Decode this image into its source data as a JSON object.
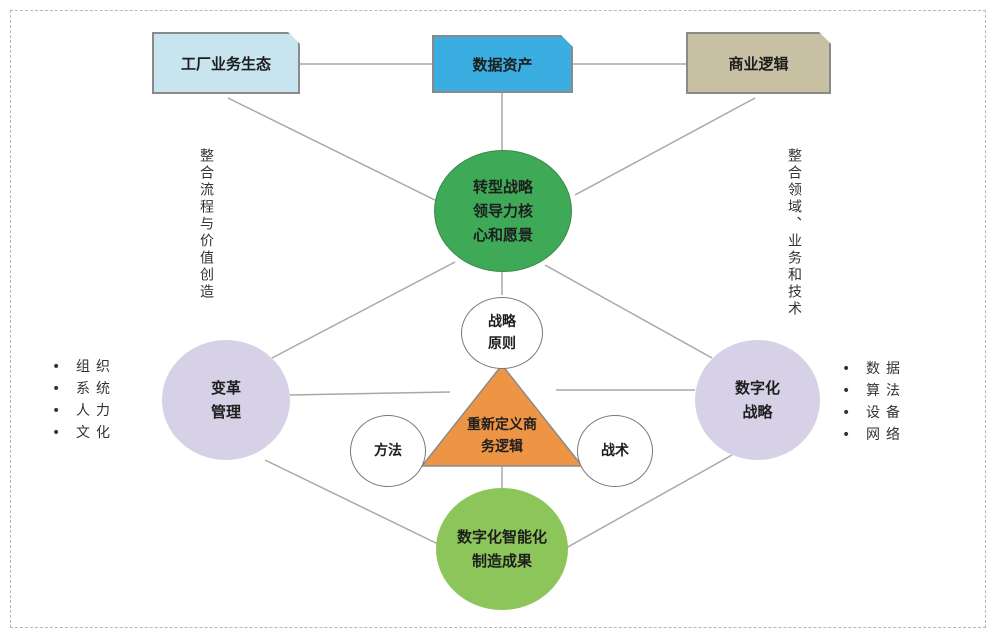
{
  "top_boxes": {
    "factory": {
      "label": "工厂业务生态",
      "color": "#c8e4ee"
    },
    "data_assets": {
      "label": "数据资产",
      "color": "#3aaee0"
    },
    "business_logic": {
      "label": "商业逻辑",
      "color": "#c8c0a2"
    }
  },
  "center_top": {
    "label_lines": [
      "转型战略",
      "领导力核",
      "心和愿景"
    ],
    "color": "#3ea957"
  },
  "left_circle": {
    "label_lines": [
      "变革",
      "管理"
    ],
    "color": "#d6d1e6"
  },
  "right_circle": {
    "label_lines": [
      "数字化",
      "战略"
    ],
    "color": "#d6d1e6"
  },
  "bottom_circle": {
    "label_lines": [
      "数字化智能化",
      "制造成果"
    ],
    "color": "#8cc65a"
  },
  "triangle": {
    "label_lines": [
      "重新定义商",
      "务逻辑"
    ],
    "color": "#ee9545"
  },
  "small_circles": {
    "top": {
      "label_lines": [
        "战略",
        "原则"
      ]
    },
    "left": {
      "label": "方法"
    },
    "right": {
      "label": "战术"
    }
  },
  "left_vertical_text": "整合流程与价值创造",
  "right_vertical_text": "整合领域、业务和技术",
  "left_list": [
    "组织",
    "系统",
    "人力",
    "文化"
  ],
  "right_list": [
    "数据",
    "算法",
    "设备",
    "网络"
  ]
}
